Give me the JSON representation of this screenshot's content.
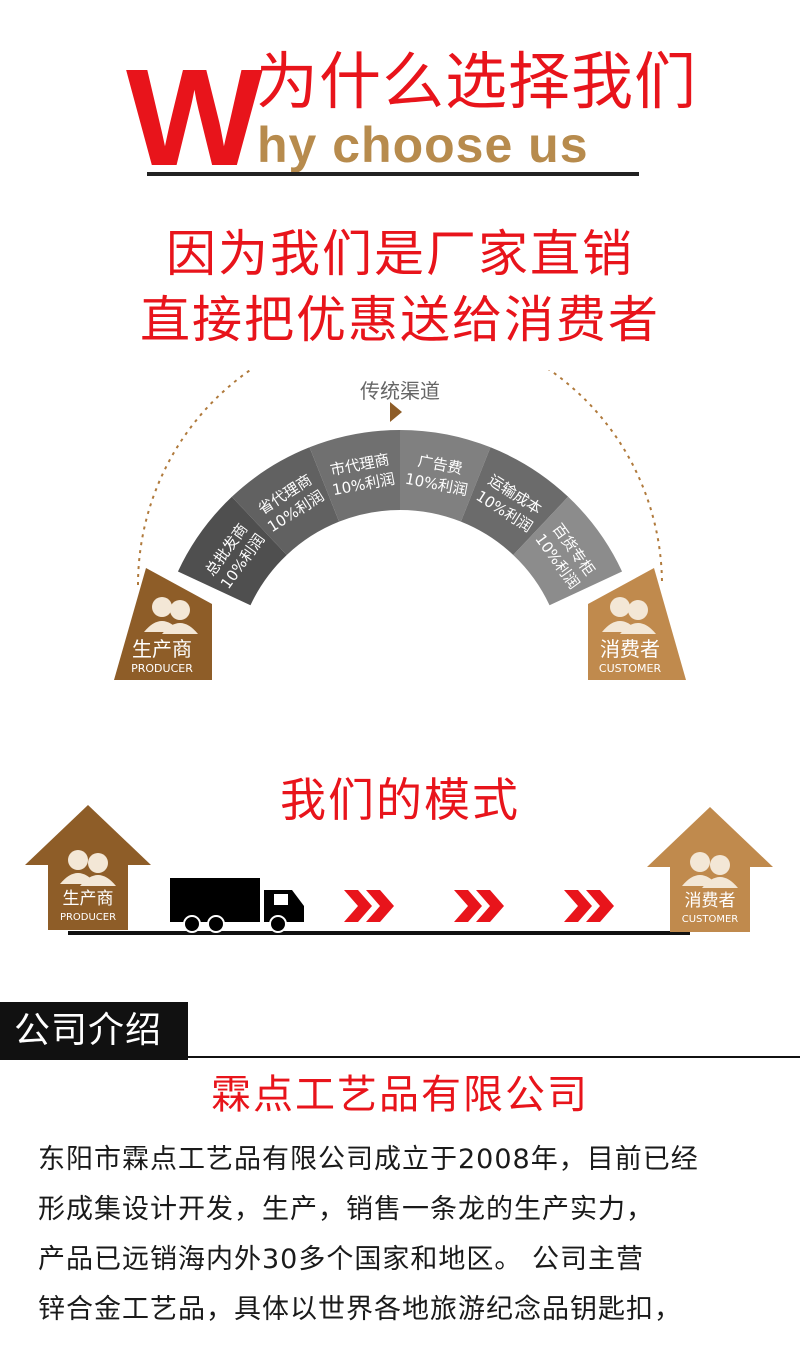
{
  "header": {
    "big_letter": "W",
    "title_cn": "为什么选择我们",
    "title_en": "hy choose us"
  },
  "slogan": {
    "line1": "因为我们是厂家直销",
    "line2": "直接把优惠送给消费者"
  },
  "traditional": {
    "channel_label": "传统渠道",
    "segments": [
      {
        "label": "总批发商",
        "profit": "10%利润"
      },
      {
        "label": "省代理商",
        "profit": "10%利润"
      },
      {
        "label": "市代理商",
        "profit": "10%利润"
      },
      {
        "label": "广告费",
        "profit": "10%利润"
      },
      {
        "label": "运输成本",
        "profit": "10%利润"
      },
      {
        "label": "百货专柜",
        "profit": "10%利润"
      }
    ],
    "producer": {
      "cn": "生产商",
      "en": "PRODUCER"
    },
    "customer": {
      "cn": "消费者",
      "en": "CUSTOMER"
    }
  },
  "our_mode": {
    "title": "我们的模式",
    "producer": {
      "cn": "生产商",
      "en": "PRODUCER"
    },
    "customer": {
      "cn": "消费者",
      "en": "CUSTOMER"
    }
  },
  "intro": {
    "tab_label": "公司介绍",
    "company_name": "霖点工艺品有限公司",
    "paragraph_lines": [
      "东阳市霖点工艺品有限公司成立于2008年，目前已经",
      "形成集设计开发，生产，销售一条龙的生产实力，",
      "产品已远销海内外30多个国家和地区。 公司主营",
      "锌合金工艺品，具体以世界各地旅游纪念品钥匙扣，"
    ]
  },
  "colors": {
    "accent_red": "#e8141b",
    "brand_gold": "#b78b4d",
    "producer_brown": "#8e5d28",
    "customer_tan": "#c08a4d",
    "segment_gray_dark": "#555555",
    "segment_gray_light": "#999999"
  }
}
